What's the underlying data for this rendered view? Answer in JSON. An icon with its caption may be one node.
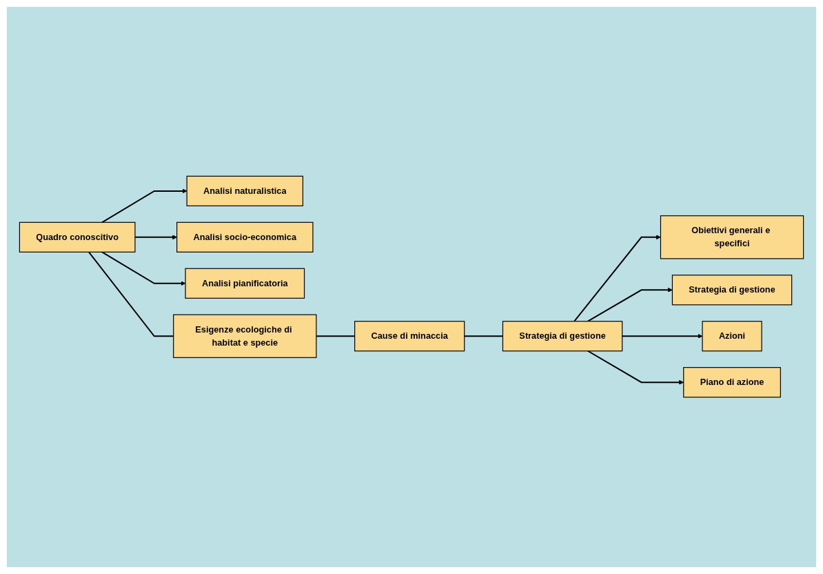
{
  "diagram": {
    "nodes": [
      {
        "text": [
          "Quadro conoscitivo"
        ]
      },
      {
        "text": [
          "Analisi naturalistica"
        ]
      },
      {
        "text": [
          "Analisi socio-economica"
        ]
      },
      {
        "text": [
          "Analisi pianificatoria"
        ]
      },
      {
        "text": [
          "Esigenze ecologiche di habitat e specie"
        ]
      },
      {
        "text": [
          "Cause di minaccia"
        ]
      },
      {
        "text": [
          "Strategia di gestione"
        ]
      },
      {
        "text": [
          "Obiettivi generali e specifici"
        ]
      },
      {
        "text": [
          "Strategia di gestione"
        ]
      },
      {
        "text": [
          "Azioni"
        ]
      },
      {
        "text": [
          "Piano di azione"
        ]
      }
    ],
    "edges": [
      {
        "from": 0,
        "to": 1,
        "arrow": "to"
      },
      {
        "from": 0,
        "to": 2,
        "arrow": "to"
      },
      {
        "from": 0,
        "to": 3,
        "arrow": "to"
      },
      {
        "from": 0,
        "to": 4,
        "arrow": "none"
      },
      {
        "from": 4,
        "to": 5,
        "arrow": "none"
      },
      {
        "from": 5,
        "to": 6,
        "arrow": "none"
      },
      {
        "from": 6,
        "to": 7,
        "arrow": "to"
      },
      {
        "from": 6,
        "to": 8,
        "arrow": "to"
      },
      {
        "from": 6,
        "to": 9,
        "arrow": "to"
      },
      {
        "from": 6,
        "to": 10,
        "arrow": "to"
      }
    ]
  }
}
